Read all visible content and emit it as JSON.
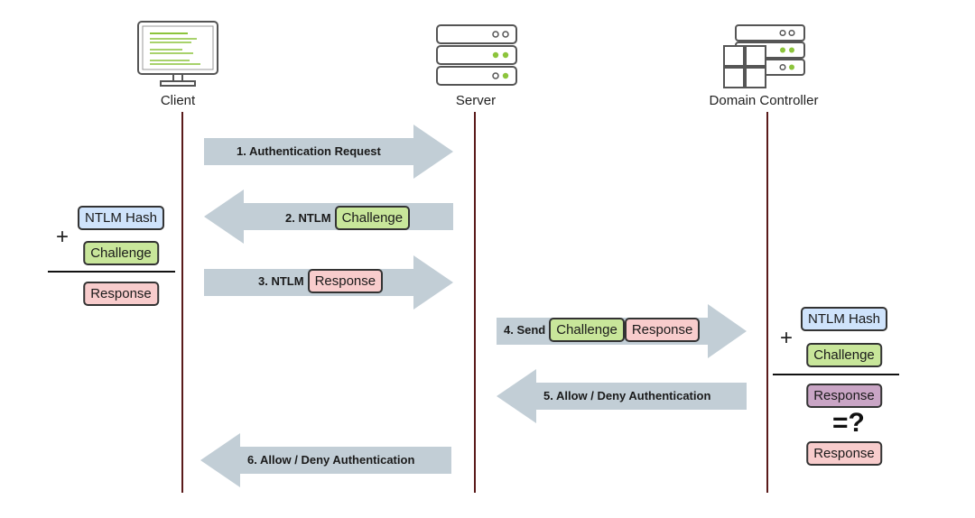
{
  "actors": {
    "client": "Client",
    "server": "Server",
    "domain_controller": "Domain Controller"
  },
  "messages": {
    "m1": {
      "text": "1. Authentication Request"
    },
    "m2": {
      "prefix": "2. NTLM",
      "pill": "Challenge"
    },
    "m3": {
      "prefix": "3. NTLM",
      "pill": "Response"
    },
    "m4": {
      "prefix": "4. Send",
      "pill1": "Challenge",
      "pill2": "Response"
    },
    "m5": {
      "text": "5. Allow / Deny Authentication"
    },
    "m6": {
      "text": "6. Allow / Deny Authentication"
    }
  },
  "client_calc": {
    "hash": "NTLM Hash",
    "plus": "+",
    "challenge": "Challenge",
    "result": "Response"
  },
  "dc_calc": {
    "hash": "NTLM Hash",
    "plus": "+",
    "challenge": "Challenge",
    "result": "Response",
    "compare": "=?",
    "received": "Response"
  },
  "colors": {
    "arrow": "#c2ced6",
    "lifeline": "#5a1a1a",
    "ntlm_hash": "#cfe3fb",
    "challenge": "#c8e69a",
    "response": "#f8cccc",
    "response_dc": "#c9a5c5",
    "accent_green": "#8cc43c"
  },
  "icons": {
    "client": "monitor-icon",
    "server": "server-rack-icon",
    "domain_controller": "domain-controller-icon"
  }
}
